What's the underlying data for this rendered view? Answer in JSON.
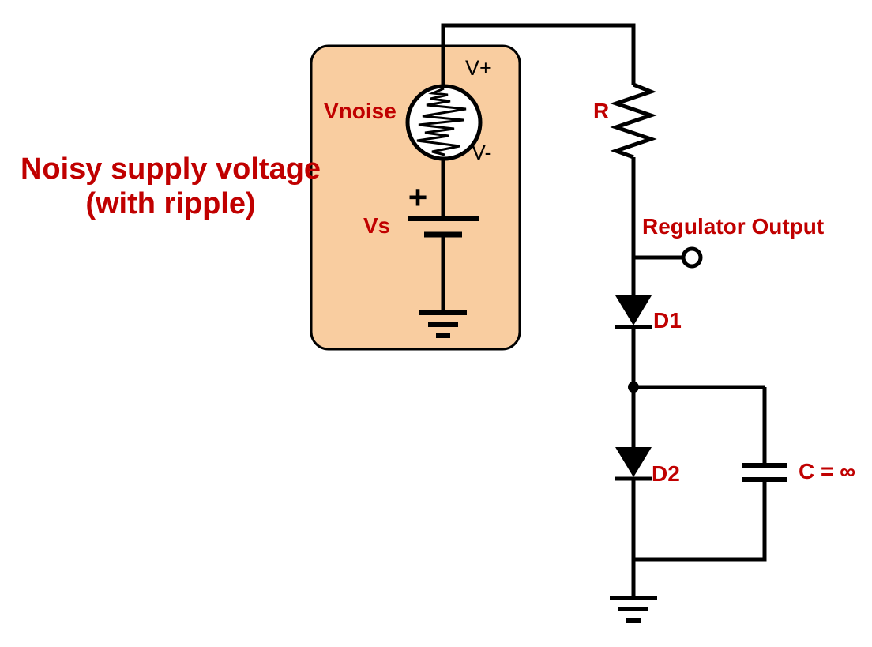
{
  "diagram": {
    "type": "circuit-schematic",
    "subject": "Shunt zener-style voltage regulator with noisy supply",
    "colors": {
      "label_red": "#c00000",
      "wire_black": "#000000",
      "highlight_box_fill": "#f9cda0",
      "highlight_box_border": "#000000",
      "background": "#ffffff"
    },
    "labels": {
      "caption_line1": "Noisy supply voltage",
      "caption_line2": "(with ripple)",
      "vnoise": "Vnoise",
      "v_plus": "V+",
      "v_minus": "V-",
      "battery_plus": "+",
      "vs": "Vs",
      "r": "R",
      "regulator_output": "Regulator Output",
      "d1": "D1",
      "d2": "D2",
      "c": "C = ∞"
    }
  }
}
